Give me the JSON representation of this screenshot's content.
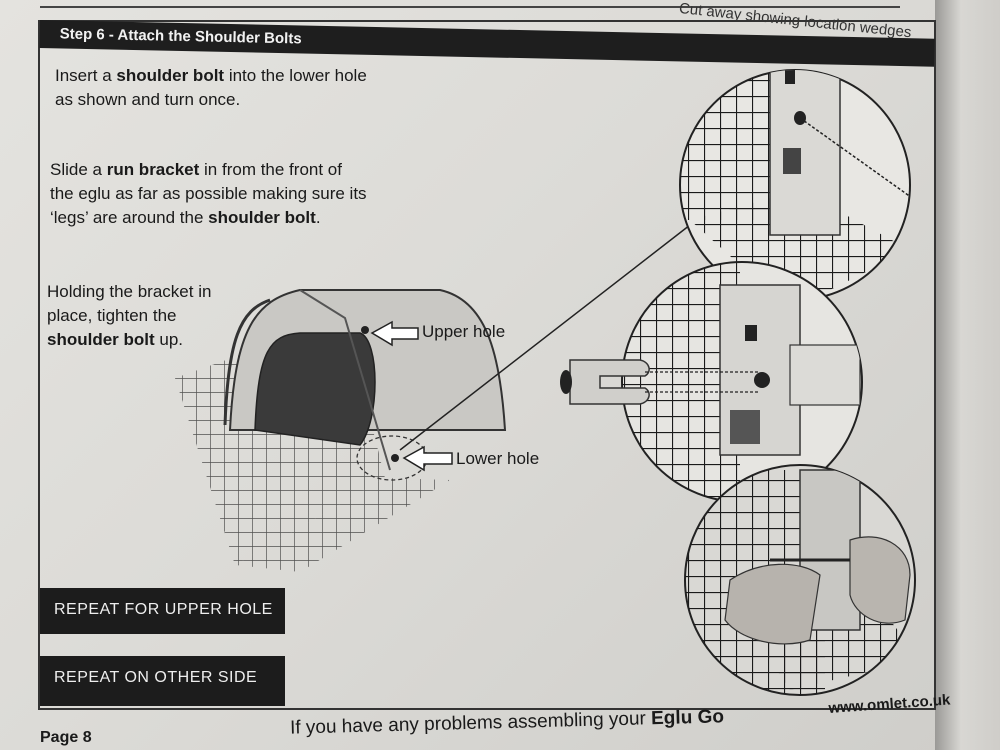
{
  "top_caption": "Cut away showing location wedges",
  "header": {
    "title": "Step 6 - Attach the Shoulder Bolts"
  },
  "instructions": [
    {
      "parts": [
        "Insert a ",
        "shoulder bolt",
        " into the lower hole as shown and turn once."
      ]
    },
    {
      "parts": [
        "Slide a ",
        "run bracket",
        " in from the front of the eglu as far as possible making sure its ‘legs’ are around the ",
        "shoulder bolt",
        "."
      ]
    },
    {
      "parts": [
        "Holding the bracket in place, tighten the ",
        "shoulder bolt",
        " up."
      ]
    }
  ],
  "callouts": {
    "upper": "Upper hole",
    "lower": "Lower hole"
  },
  "repeat_boxes": [
    "REPEAT FOR UPPER HOLE",
    "REPEAT ON OTHER SIDE"
  ],
  "footer": {
    "page": "Page 8",
    "help_prefix": "If you have any problems assembling your ",
    "help_product": "Eglu Go",
    "url": "www.omlet.co.uk"
  },
  "colors": {
    "ink": "#1a1a1a",
    "bar": "#1e1e1e",
    "paper": "#dedcd8"
  }
}
